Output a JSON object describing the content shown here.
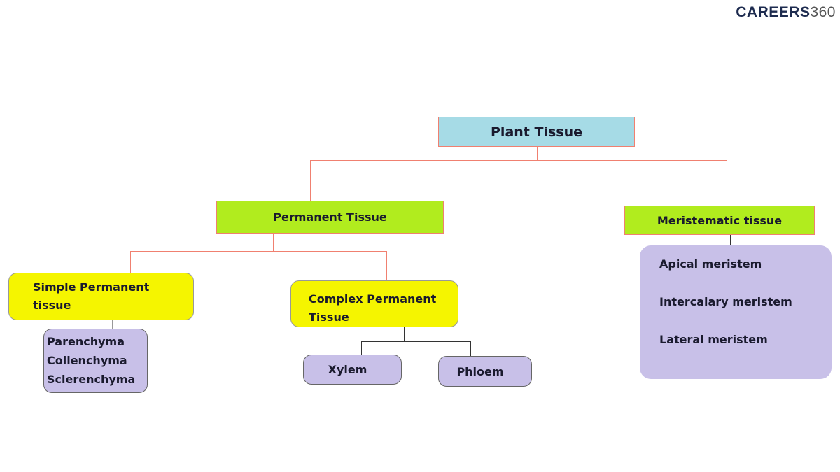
{
  "brand": {
    "name": "CAREERS",
    "suffix": "360"
  },
  "colors": {
    "root": "#a6dbe6",
    "level1": "#b1ec1e",
    "level2": "#f5f500",
    "leaf": "#c8c0e8",
    "red_line": "#f08070",
    "dark_line": "#333333"
  },
  "diagram": {
    "root": "Plant Tissue",
    "permanent": "Permanent Tissue",
    "meristematic": "Meristematic tissue",
    "simple": [
      "Simple Permanent",
      "tissue"
    ],
    "complex": [
      "Complex Permanent",
      "Tissue"
    ],
    "simple_types": [
      "Parenchyma",
      "Collenchyma",
      "Sclerenchyma"
    ],
    "xylem": "Xylem",
    "phloem": "Phloem",
    "meristem_types": [
      "Apical meristem",
      "Intercalary meristem",
      "Lateral meristem"
    ]
  }
}
